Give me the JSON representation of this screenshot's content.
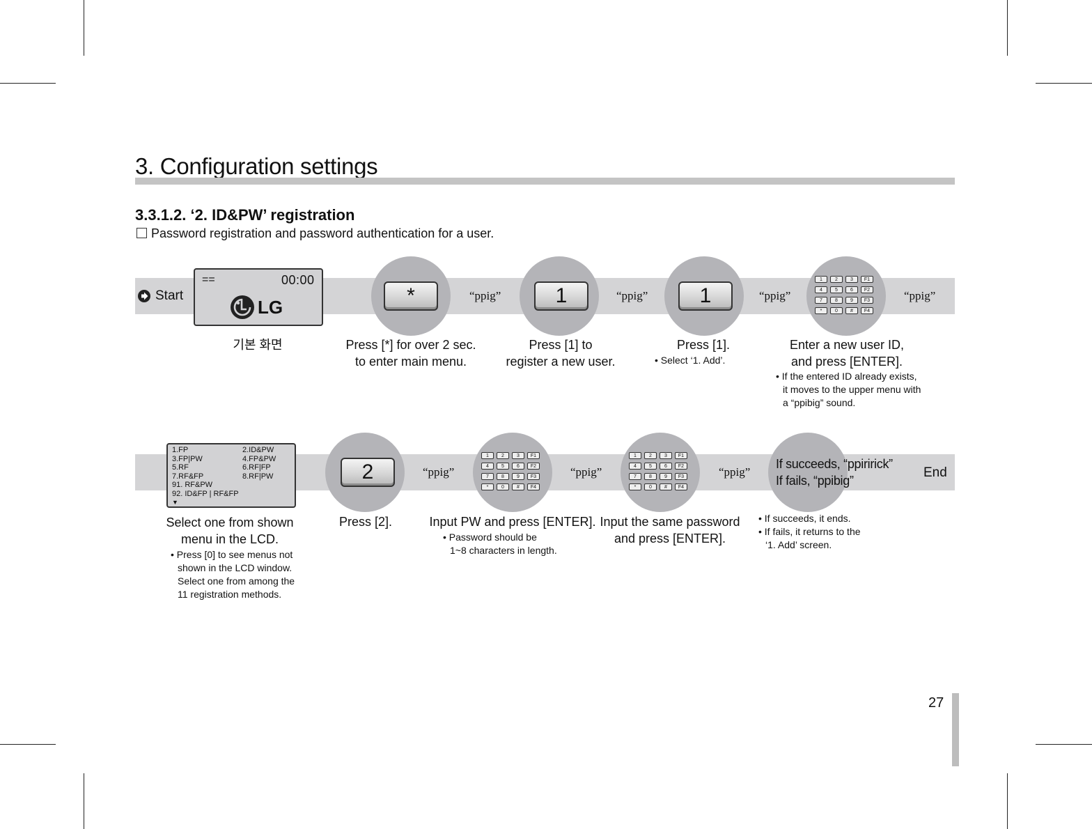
{
  "page": {
    "title": "3. Configuration settings",
    "subtitle": "3.3.1.2. ‘2. ID&PW’ registration",
    "description": "Password registration and password authentication for a user.",
    "page_number": "27"
  },
  "sound_label": "“ppig”",
  "keypad_keys": [
    "1",
    "2",
    "3",
    "F1",
    "4",
    "5",
    "6",
    "F2",
    "7",
    "8",
    "9",
    "F3",
    "*",
    "0",
    "#",
    "F4"
  ],
  "row1": {
    "start_label": "Start",
    "lcd": {
      "indicator": "==",
      "time": "00:00",
      "logo_text": "LG"
    },
    "lcd_caption": "기본 화면",
    "key_star": "*",
    "key_one": "1",
    "step1_caption": [
      "Press [*] for over 2 sec.",
      "to enter main menu."
    ],
    "step2_caption": [
      "Press [1] to",
      "register a new user."
    ],
    "step3_caption": "Press [1].",
    "step3_note": "• Select ‘1. Add’.",
    "step4_caption": [
      "Enter a new user ID,",
      "and press [ENTER]."
    ],
    "step4_note": [
      "• If the entered ID already exists,",
      "it moves to the upper menu with",
      "a “ppibig” sound."
    ]
  },
  "row2": {
    "menu_left": [
      "1.FP",
      "3.FP|PW",
      "5.RF",
      "7.RF&FP",
      "91. RF&PW",
      "92. ID&FP | RF&FP",
      "▼"
    ],
    "menu_right": [
      "2.ID&PW",
      "4.FP&PW",
      "6.RF|FP",
      "8.RF|PW"
    ],
    "menu_caption": [
      "Select one from shown",
      "menu in the LCD."
    ],
    "menu_note": [
      "• Press [0] to see menus not",
      "shown in the LCD window.",
      "Select one from among the",
      "11 registration methods."
    ],
    "key_two": "2",
    "step_press2_caption": "Press [2].",
    "step_pw_caption": "Input PW and press [ENTER].",
    "step_pw_note": [
      "• Password should be",
      "1~8 characters in length."
    ],
    "step_confirm_caption": [
      "Input the same password",
      "and press [ENTER]."
    ],
    "result_lines": [
      "If succeeds, “ppiririck”",
      "If fails, “ppibig”"
    ],
    "end_label": "End",
    "result_note": [
      "• If succeeds, it ends.",
      "• If fails, it returns to the",
      "‘1. Add’ screen."
    ]
  }
}
